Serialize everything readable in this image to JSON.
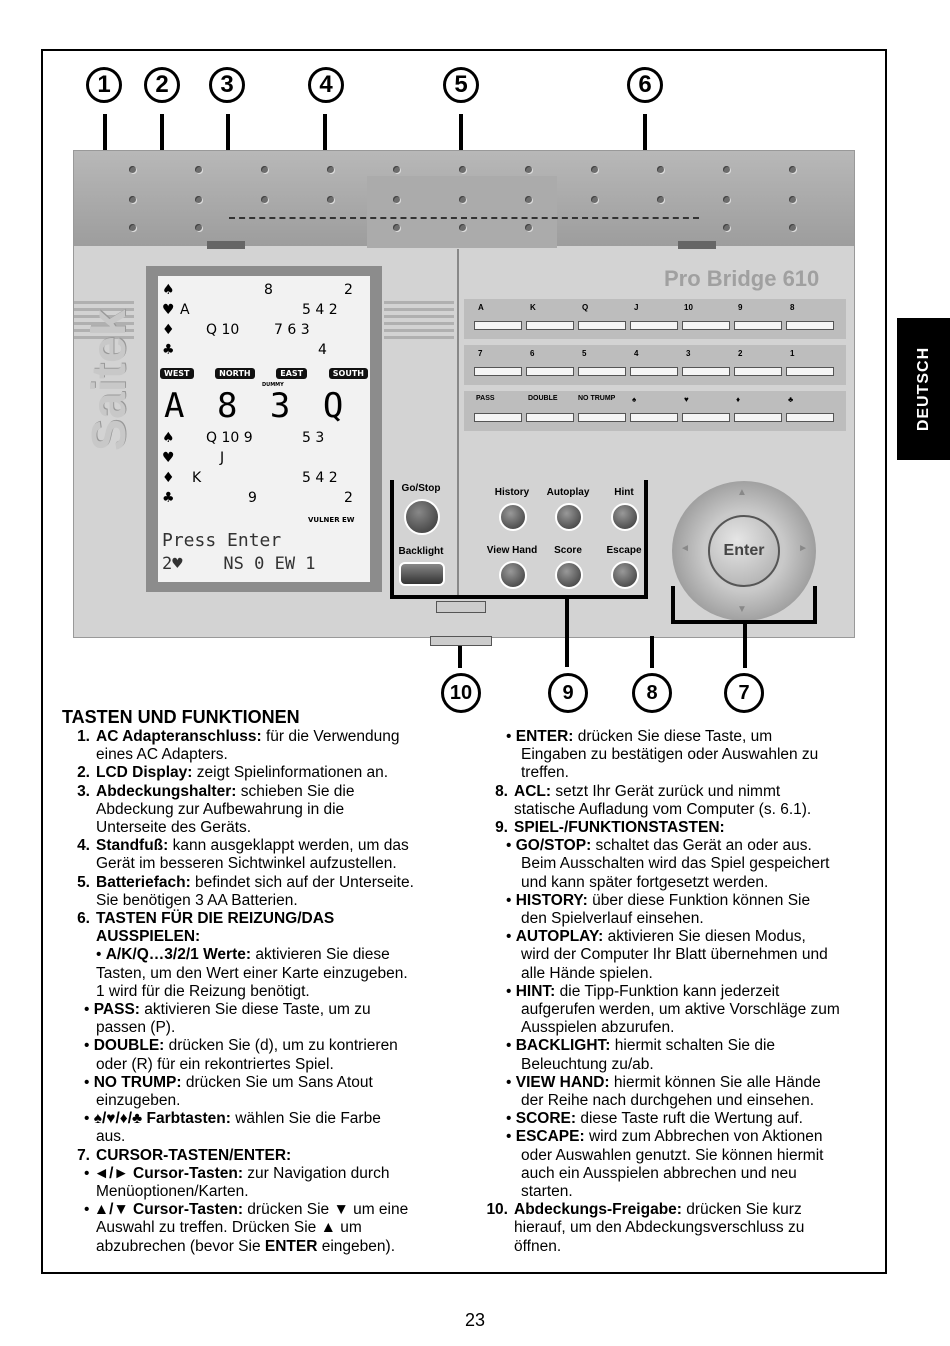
{
  "side_tab": "DEUTSCH",
  "callouts": [
    "1",
    "2",
    "3",
    "4",
    "5",
    "6",
    "7",
    "8",
    "9",
    "10"
  ],
  "device": {
    "brand": "Pro Bridge 610",
    "maker": "Saitek",
    "lcd": {
      "seats": [
        "WEST",
        "NORTH",
        "EAST",
        "SOUTH"
      ],
      "dummy": "DUMMY",
      "top_rows": [
        [
          "♠",
          "8",
          "2"
        ],
        [
          "♥",
          "A",
          "5 4  2"
        ],
        [
          "♦",
          "Q 10",
          "7 6  3"
        ],
        [
          "♣",
          "",
          "4"
        ]
      ],
      "big_text": "A 8 3 Q",
      "bottom_rows": [
        [
          "♠",
          "Q 10 9",
          "5 3"
        ],
        [
          "♥",
          "J",
          ""
        ],
        [
          "♦",
          "K",
          "5 4  2"
        ],
        [
          "♣",
          "9",
          "2"
        ]
      ],
      "vulner": "VULNER EW",
      "line1": "Press Enter",
      "line2": "2♥    NS 0 EW 1"
    },
    "rank_keys_row1": [
      "A",
      "K",
      "Q",
      "J",
      "10",
      "9",
      "8"
    ],
    "rank_keys_row2": [
      "7",
      "6",
      "5",
      "4",
      "3",
      "2",
      "1"
    ],
    "bid_keys": [
      "PASS",
      "DOUBLE",
      "NO TRUMP",
      "♠",
      "♥",
      "♦",
      "♣"
    ],
    "buttons": {
      "go_stop": "Go/Stop",
      "backlight": "Backlight",
      "history": "History",
      "autoplay": "Autoplay",
      "hint": "Hint",
      "view_hand": "View Hand",
      "score": "Score",
      "escape": "Escape",
      "enter": "Enter"
    }
  },
  "title": "TASTEN UND FUNKTIONEN",
  "left": {
    "i1_num": "1.",
    "i1_b": "AC Adapteranschluss:",
    "i1_t": " für die Verwendung",
    "i1_t2": "eines AC Adapters.",
    "i2_num": "2.",
    "i2_b": "LCD Display:",
    "i2_t": " zeigt Spielinformationen an.",
    "i3_num": "3.",
    "i3_b": "Abdeckungshalter:",
    "i3_t": " schieben Sie die",
    "i3_t2": "Abdeckung zur Aufbewahrung in die",
    "i3_t3": "Unterseite des Geräts.",
    "i4_num": "4.",
    "i4_b": "Standfuß:",
    "i4_t": " kann ausgeklappt werden, um das",
    "i4_t2": "Gerät im besseren Sichtwinkel aufzustellen.",
    "i5_num": "5.",
    "i5_b": "Batteriefach:",
    "i5_t": " befindet sich auf der Unterseite.",
    "i5_t2": "Sie benötigen 3 AA Batterien.",
    "i6_num": "6.",
    "i6_b": "TASTEN FÜR DIE REIZUNG/DAS",
    "i6_b2": "AUSSPIELEN:",
    "i6a_sym": "A/K/Q…3/2/1",
    "i6a_b": " Werte:",
    "i6a_t": " aktivieren Sie diese",
    "i6a_t2": "Tasten, um den Wert einer Karte einzugeben.",
    "i6a_t3": "1 wird für die Reizung benötigt.",
    "i6b_b": "PASS:",
    "i6b_t": " aktivieren Sie diese Taste, um zu",
    "i6b_t2": "passen (P).",
    "i6c_b": "DOUBLE:",
    "i6c_t": " drücken Sie (d), um zu kontrieren",
    "i6c_t2": "oder (R) für ein rekontriertes Spiel.",
    "i6d_b": "NO TRUMP:",
    "i6d_t": " drücken Sie um Sans Atout",
    "i6d_t2": "einzugeben.",
    "i6e_sym": "♠/♥/♦/♣",
    "i6e_b": " Farbtasten:",
    "i6e_t": " wählen Sie die Farbe",
    "i6e_t2": "aus.",
    "i7_num": "7.",
    "i7_b": "CURSOR-TASTEN/ENTER:",
    "i7a_b": "◄/► Cursor-Tasten:",
    "i7a_t": " zur Navigation durch",
    "i7a_t2": "Menüoptionen/Karten.",
    "i7b_b": "▲/▼ Cursor-Tasten:",
    "i7b_t": " drücken Sie ▼ um eine",
    "i7b_t2": "Auswahl zu treffen. Drücken Sie ▲ um",
    "i7b_t3a": "abzubrechen (bevor Sie ",
    "i7b_t3b": "ENTER",
    "i7b_t3c": " eingeben)."
  },
  "right": {
    "r1_b": "ENTER:",
    "r1_t": " drücken Sie diese Taste, um",
    "r1_t2": "Eingaben zu bestätigen oder Auswahlen zu",
    "r1_t3": "treffen.",
    "r8_num": "8.",
    "r8_b": "ACL:",
    "r8_t": " setzt Ihr Gerät zurück und nimmt",
    "r8_t2": "statische Aufladung vom Computer (s. 6.1).",
    "r9_num": "9.",
    "r9_b": "SPIEL-/FUNKTIONSTASTEN:",
    "r9a_b": "GO/STOP:",
    "r9a_t": " schaltet das Gerät an oder aus.",
    "r9a_t2": "Beim Ausschalten wird das Spiel gespeichert",
    "r9a_t3": "und kann später fortgesetzt werden.",
    "r9b_b": "HISTORY:",
    "r9b_t": " über diese Funktion können Sie",
    "r9b_t2": "den Spielverlauf einsehen.",
    "r9c_b": "AUTOPLAY:",
    "r9c_t": " aktivieren Sie diesen Modus,",
    "r9c_t2": "wird der Computer Ihr Blatt übernehmen und",
    "r9c_t3": "alle Hände spielen.",
    "r9d_b": "HINT:",
    "r9d_t": " die Tipp-Funktion kann jederzeit",
    "r9d_t2": "aufgerufen werden, um aktive Vorschläge zum",
    "r9d_t3": "Ausspielen abzurufen.",
    "r9e_b": "BACKLIGHT:",
    "r9e_t": " hiermit schalten Sie die",
    "r9e_t2": "Beleuchtung zu/ab.",
    "r9f_b": "VIEW HAND:",
    "r9f_t": " hiermit können Sie alle Hände",
    "r9f_t2": "der Reihe nach durchgehen und einsehen.",
    "r9g_b": "SCORE:",
    "r9g_t": " diese Taste ruft die Wertung auf.",
    "r9h_b": "ESCAPE:",
    "r9h_t": " wird zum Abbrechen von Aktionen",
    "r9h_t2": "oder Auswahlen genutzt. Sie können hiermit",
    "r9h_t3": "auch ein Ausspielen abbrechen und neu",
    "r9h_t4": "starten.",
    "r10_num": "10.",
    "r10_b": "Abdeckungs-Freigabe:",
    "r10_t": " drücken Sie kurz",
    "r10_t2": "hierauf, um den Abdeckungsverschluss zu",
    "r10_t3": "öffnen."
  },
  "page_number": "23"
}
